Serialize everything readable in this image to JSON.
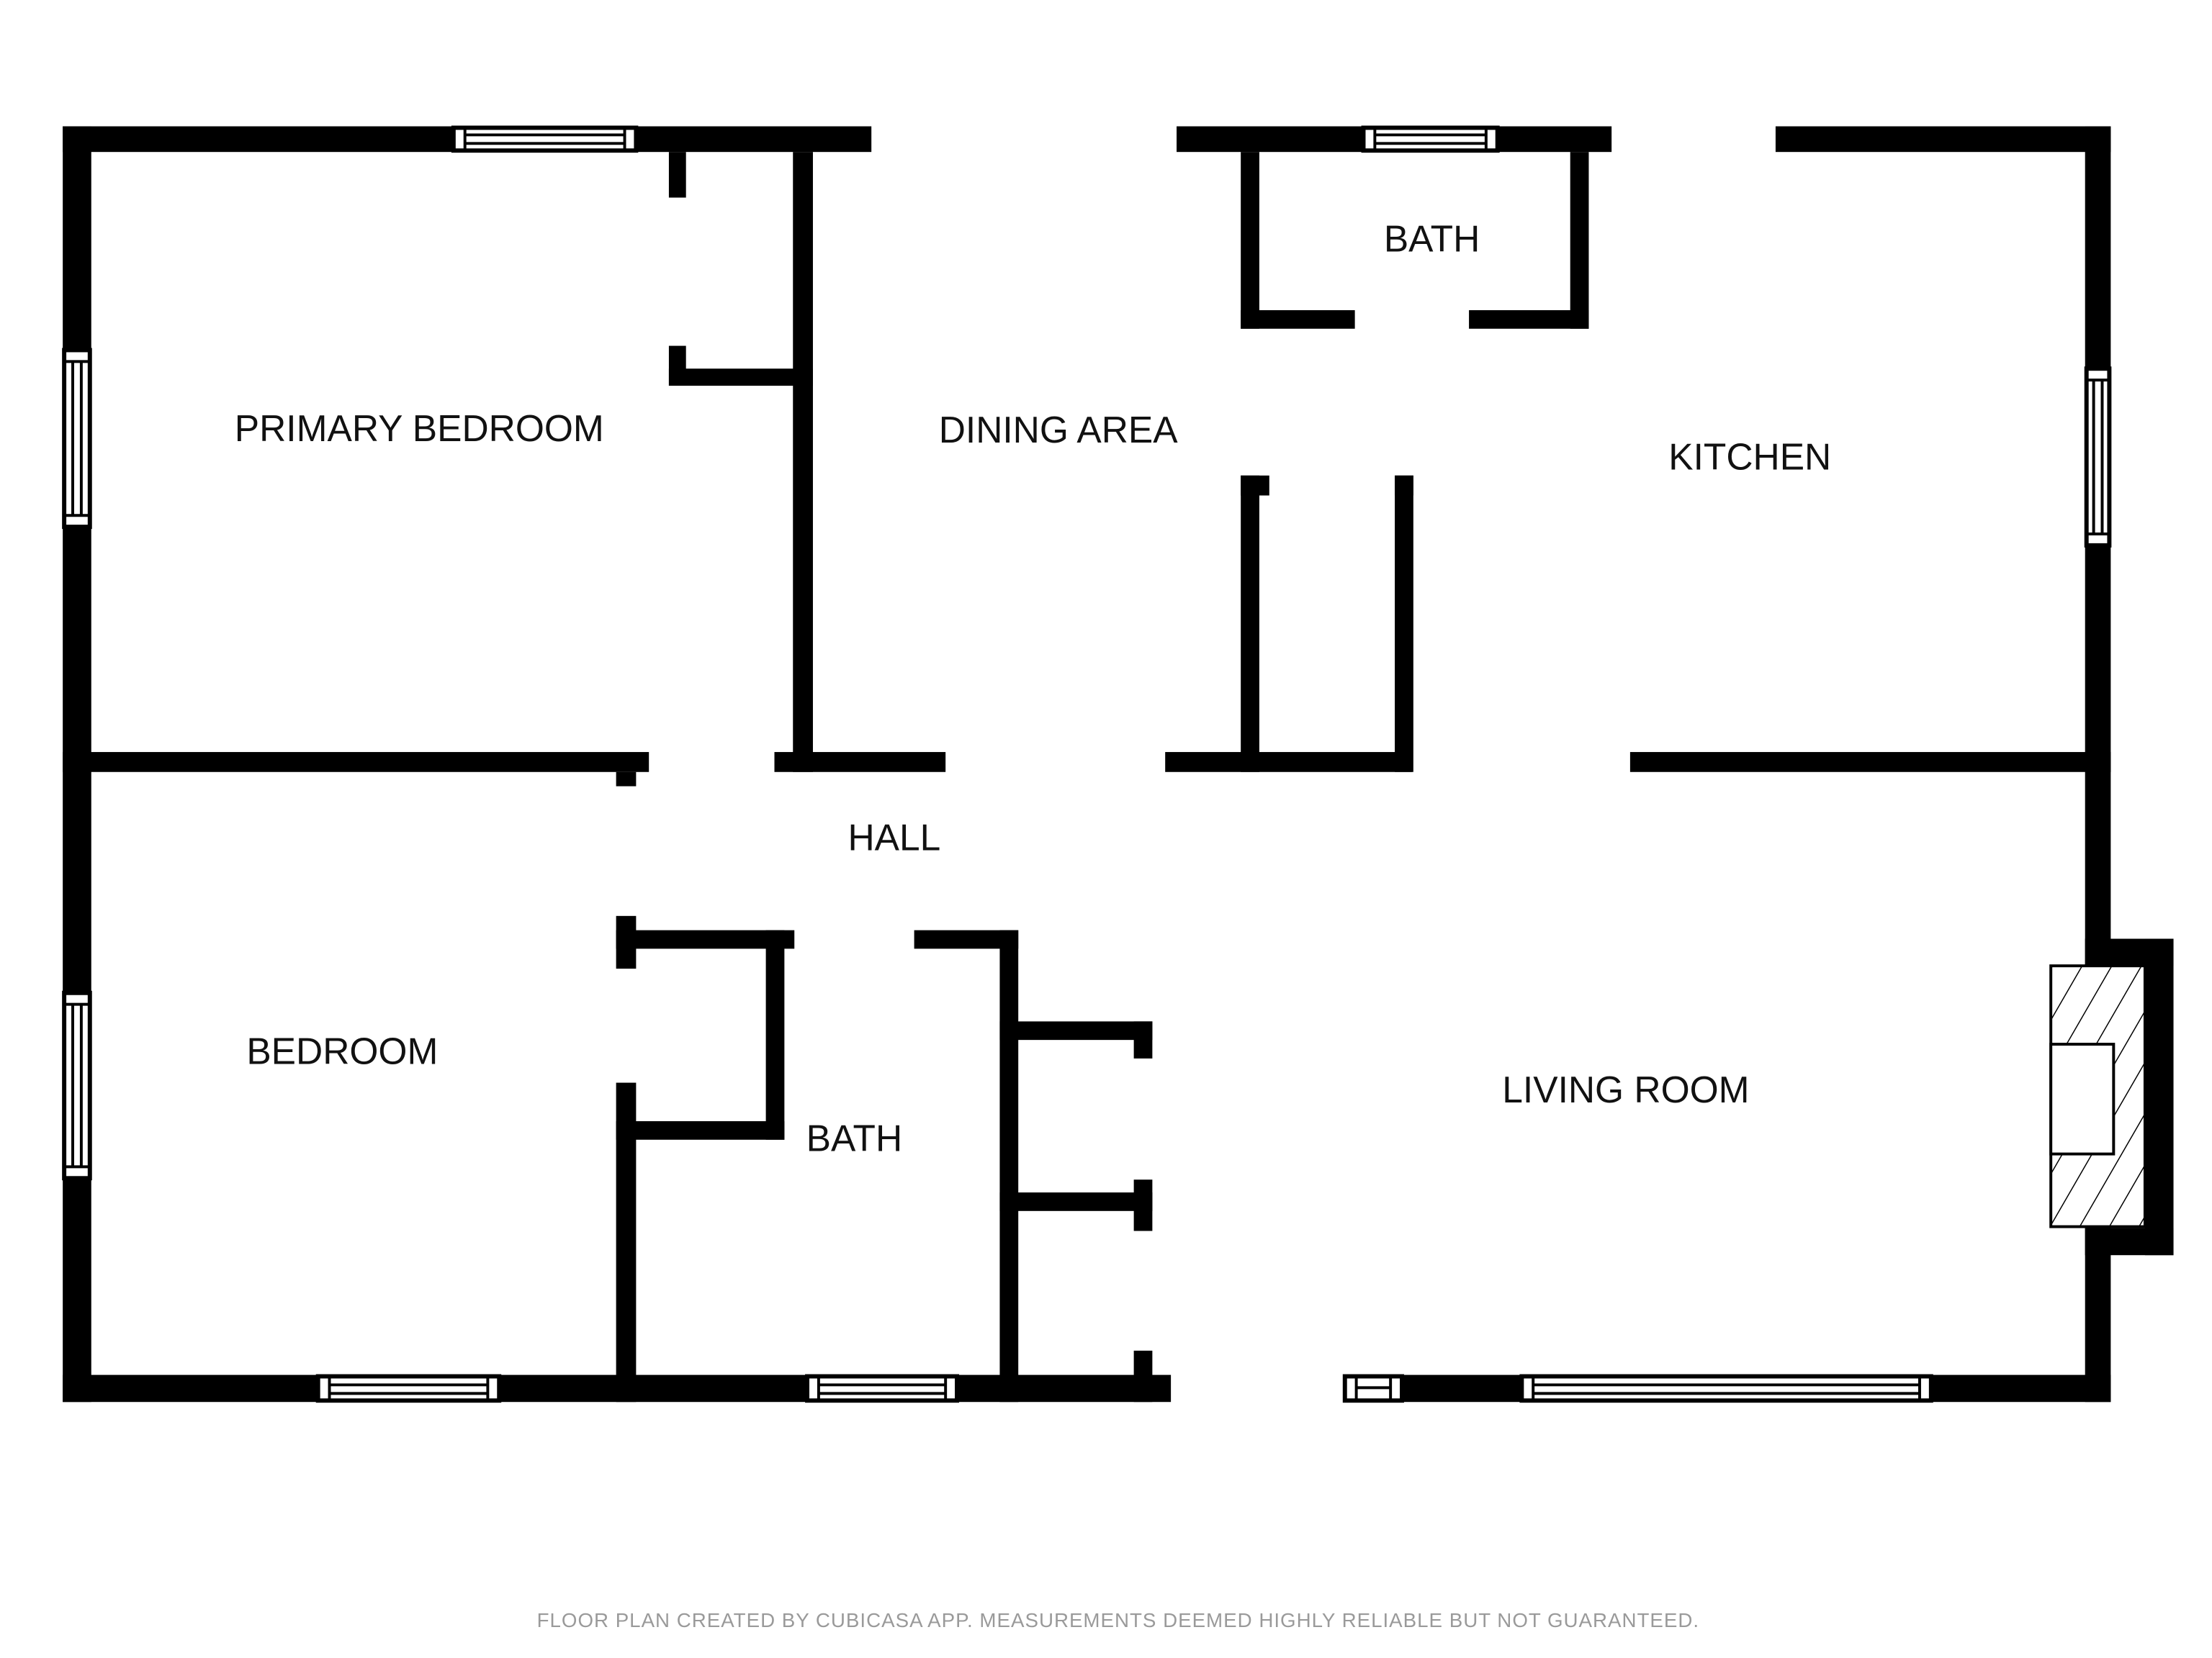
{
  "rooms": {
    "primary_bedroom": "PRIMARY BEDROOM",
    "dining_area": "DINING AREA",
    "bath_top": "BATH",
    "kitchen": "KITCHEN",
    "hall": "HALL",
    "bedroom": "BEDROOM",
    "bath_bottom": "BATH",
    "living_room": "LIVING ROOM"
  },
  "footer": "FLOOR PLAN CREATED BY CUBICASA APP. MEASUREMENTS DEEMED HIGHLY RELIABLE BUT NOT GUARANTEED."
}
